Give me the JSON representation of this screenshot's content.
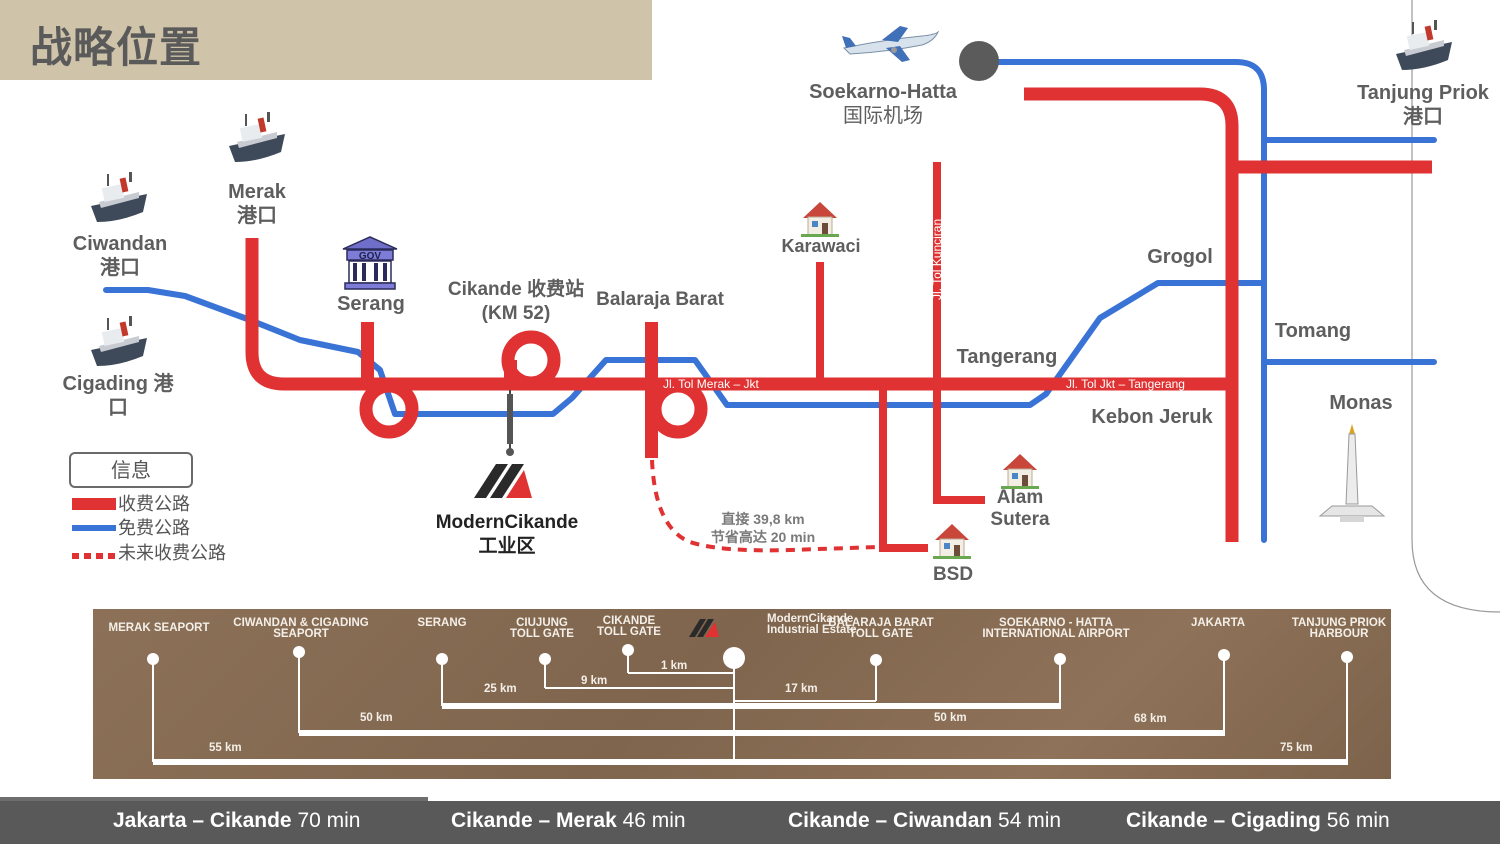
{
  "title": "战略位置",
  "places": {
    "airport": {
      "name": "Soekarno-Hatta",
      "sub": "国际机场"
    },
    "tanjung_priok": {
      "name": "Tanjung Priok",
      "sub": "港口"
    },
    "merak": {
      "name": "Merak",
      "sub": "港口"
    },
    "ciwandan": {
      "name": "Ciwandan",
      "sub": "港口"
    },
    "cigading": {
      "name": "Cigading 港",
      "sub": "口"
    },
    "serang": "Serang",
    "cikande_toll": {
      "name": "Cikande 收费站",
      "sub": "(KM 52)"
    },
    "balaraja": "Balaraja Barat",
    "karawaci": "Karawaci",
    "grogol": "Grogol",
    "tomang": "Tomang",
    "tangerang": "Tangerang",
    "kebon_jeruk": "Kebon Jeruk",
    "monas": "Monas",
    "alam_sutera": {
      "name": "Alam",
      "sub": "Sutera"
    },
    "bsd": "BSD"
  },
  "roads": {
    "kunciran": "Jl. Tol Kunciran",
    "merak_jkt": "Jl. Tol Merak – Jkt",
    "jkt_tangerang": "Jl. Tol Jkt – Tangerang"
  },
  "shortcut_note": {
    "line1": "直接 39,8 km",
    "line2": "节省高达 20 min"
  },
  "gov_badge": "GOV",
  "legend": {
    "title": "信息",
    "items": [
      {
        "label": "收费公路",
        "color": "#e03232",
        "style": "solid"
      },
      {
        "label": "免费公路",
        "color": "#3a73d6",
        "style": "solid"
      },
      {
        "label": "未来收费公路",
        "color": "#e03232",
        "style": "dashed"
      }
    ]
  },
  "estate": {
    "name": "ModernCikande",
    "sub": "工业区"
  },
  "distance_panel": {
    "estate_label": {
      "line1": "ModernCikande",
      "line2": "Industrial Estate"
    },
    "stops": [
      {
        "line1": "MERAK SEAPORT",
        "line2": ""
      },
      {
        "line1": "CIWANDAN & CIGADING",
        "line2": "SEAPORT"
      },
      {
        "line1": "SERANG",
        "line2": ""
      },
      {
        "line1": "CIUJUNG",
        "line2": "TOLL GATE"
      },
      {
        "line1": "CIKANDE",
        "line2": "TOLL GATE"
      },
      {
        "line1": "BALARAJA BARAT",
        "line2": "TOLL GATE"
      },
      {
        "line1": "SOEKARNO - HATTA",
        "line2": "INTERNATIONAL AIRPORT"
      },
      {
        "line1": "JAKARTA",
        "line2": ""
      },
      {
        "line1": "TANJUNG PRIOK",
        "line2": "HARBOUR"
      }
    ],
    "distances": [
      "1 km",
      "9 km",
      "25 km",
      "17 km",
      "50 km",
      "50 km",
      "68 km",
      "55 km",
      "75 km"
    ]
  },
  "travel_times": [
    {
      "route": "Jakarta – Cikande",
      "time": " 70 min"
    },
    {
      "route": "Cikande – Merak",
      "time": " 46 min"
    },
    {
      "route": "Cikande – Ciwandan",
      "time": " 54 min"
    },
    {
      "route": "Cikande – Cigading",
      "time": " 56 min"
    }
  ],
  "colors": {
    "toll": "#e03232",
    "free": "#3a73d6",
    "band": "#cfc3a9",
    "panel": "#87694f",
    "bar": "#595959"
  }
}
